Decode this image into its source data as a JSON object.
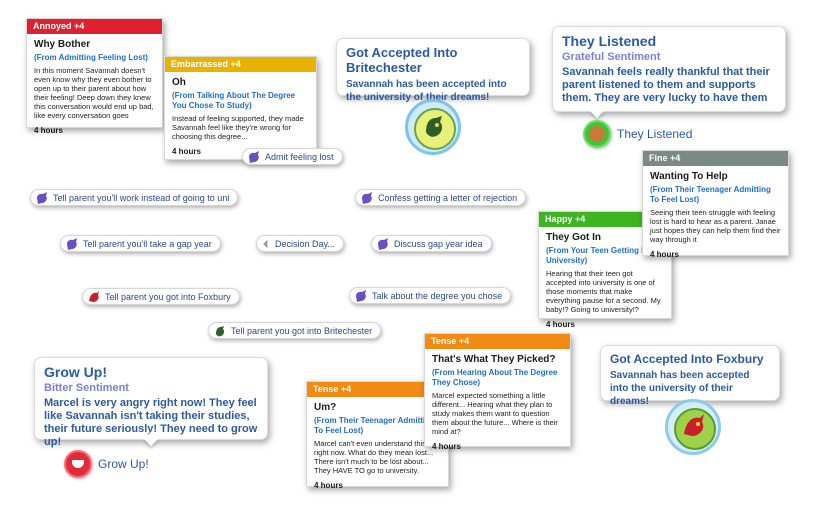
{
  "cards": {
    "why_bother": {
      "header": "Annoyed +4",
      "title": "Why Bother",
      "from": "(From Admitting Feeling Lost)",
      "desc": "In this moment Savannah doesn't even know why they even bother to open up to their parent about how their feeling! Deep down they knew this conversation would end up bad, like every conversation goes",
      "duration": "4 hours",
      "color": "#e0202e"
    },
    "oh": {
      "header": "Embarrassed +4",
      "title": "Oh",
      "from": "(From Talking About The Degree You Chose To Study)",
      "desc": "Instead of feeling supported, they made Savannah feel like they're wrong for choosing this degree...",
      "duration": "4 hours",
      "color": "#e8b300"
    },
    "they_got_in": {
      "header": "Happy +4",
      "title": "They Got In",
      "from": "(From Your Teen Getting Into University)",
      "desc": "Hearing that their teen got accepted into university is one of those moments that make everything pause for a second. My baby!? Going to university!?",
      "duration": "4 hours",
      "color": "#3cb521"
    },
    "wanting_to_help": {
      "header": "Fine +4",
      "title": "Wanting To Help",
      "from": "(From Their Teenager Admitting To Feel Lost)",
      "desc": "Seeing their teen struggle with feeling lost is hard to hear as a parent. Janae just hopes they can help them find their way through it",
      "duration": "4 hours",
      "color": "#7a8a88"
    },
    "um": {
      "header": "Tense +4",
      "title": "Um?",
      "from": "(From Their Teenager Admitting To Feel Lost)",
      "desc": "Marcel can't even understand this right now. What do they mean lost... There isn't much to be lost about... They HAVE TO go to university.",
      "duration": "4 hours",
      "color": "#f28a14"
    },
    "what_picked": {
      "header": "Tense +4",
      "title": "That's What They Picked?",
      "from": "(From Hearing About The Degree They Chose)",
      "desc": "Marcel expected something a little different... Hearing what they plan to study makes them want to question them about the future... Where is their mind at?",
      "duration": "4 hours",
      "color": "#f28a14"
    }
  },
  "bubbles": {
    "britechester": {
      "title": "Got Accepted Into Britechester",
      "text": "Savannah has been accepted into the university of their dreams!"
    },
    "listened": {
      "title": "They Listened",
      "sub": "Grateful Sentiment",
      "text": "Savannah feels really thankful that their parent listened to them and supports them. They are very lucky to have them"
    },
    "grow_up": {
      "title": "Grow Up!",
      "sub": "Bitter Sentiment",
      "text": "Marcel is very angry right now! They feel like Savannah isn't taking their studies, their future seriously! They need to grow up!"
    },
    "foxbury": {
      "title": "Got Accepted Into Foxbury",
      "text": "Savannah has been accepted into the university of their dreams!"
    }
  },
  "moods": {
    "listened": "They Listened",
    "grow_up": "Grow Up!"
  },
  "pills": {
    "admit": "Admit feeling lost",
    "work": "Tell parent you'll work instead of going to uni",
    "gap_year": "Tell parent you'll take a gap year",
    "decision": "Decision Day...",
    "foxbury": "Tell parent you got into Foxbury",
    "britechester": "Tell parent you got into Britechester",
    "rejection": "Confess getting a letter of rejection",
    "discuss_gap": "Discuss gap year idea",
    "degree": "Talk about the degree you chose"
  },
  "icons": {
    "social": "social-chat-icon",
    "back": "chevron-left-icon",
    "fox": "fox-mascot-icon",
    "llama": "llama-mascot-icon"
  }
}
